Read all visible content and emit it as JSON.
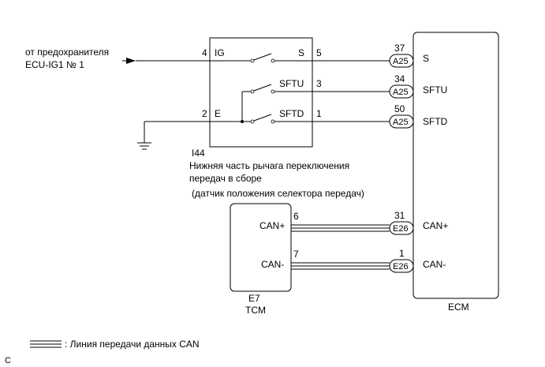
{
  "source": {
    "line1": "от предохранителя",
    "line2": "ECU-IG1 № 1"
  },
  "switch_unit": {
    "code": "I44",
    "desc_line1": "Нижняя часть рычага переключения",
    "desc_line2": "передач в сборе",
    "desc_line3": "(датчик положения селектора передач)",
    "pins": [
      {
        "num": "4",
        "name": "IG"
      },
      {
        "num": "2",
        "name": "E"
      },
      {
        "num": "5",
        "name": "S"
      },
      {
        "num": "3",
        "name": "SFTU"
      },
      {
        "num": "1",
        "name": "SFTD"
      }
    ]
  },
  "tcm": {
    "code": "E7",
    "name": "TCM",
    "pins": [
      {
        "num": "6",
        "name": "CAN+"
      },
      {
        "num": "7",
        "name": "CAN-"
      }
    ]
  },
  "ecm": {
    "name": "ECM",
    "pins": [
      {
        "num": "37",
        "connector": "A25",
        "name": "S"
      },
      {
        "num": "34",
        "connector": "A25",
        "name": "SFTU"
      },
      {
        "num": "50",
        "connector": "A25",
        "name": "SFTD"
      },
      {
        "num": "31",
        "connector": "E26",
        "name": "CAN+"
      },
      {
        "num": "1",
        "connector": "E26",
        "name": "CAN-"
      }
    ]
  },
  "legend": {
    "label": ": Линия передачи данных CAN"
  },
  "corner_mark": "C"
}
